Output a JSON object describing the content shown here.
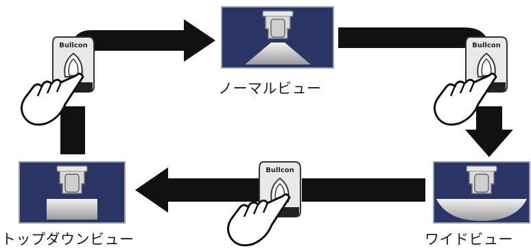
{
  "modes": {
    "normal": {
      "label": "ノーマルビュー"
    },
    "wide": {
      "label": "ワイドビュー"
    },
    "top_down": {
      "label": "トップダウンビュー"
    }
  },
  "camera": {
    "brand": "Bullcon"
  },
  "colors": {
    "arrow": "#111111",
    "screen_bg": "#2a3566",
    "screen_border": "#9aa0b8",
    "device_body": "#e9e9e9",
    "hand_fill": "#ffffff",
    "view_fill": "#d9d9d9"
  }
}
